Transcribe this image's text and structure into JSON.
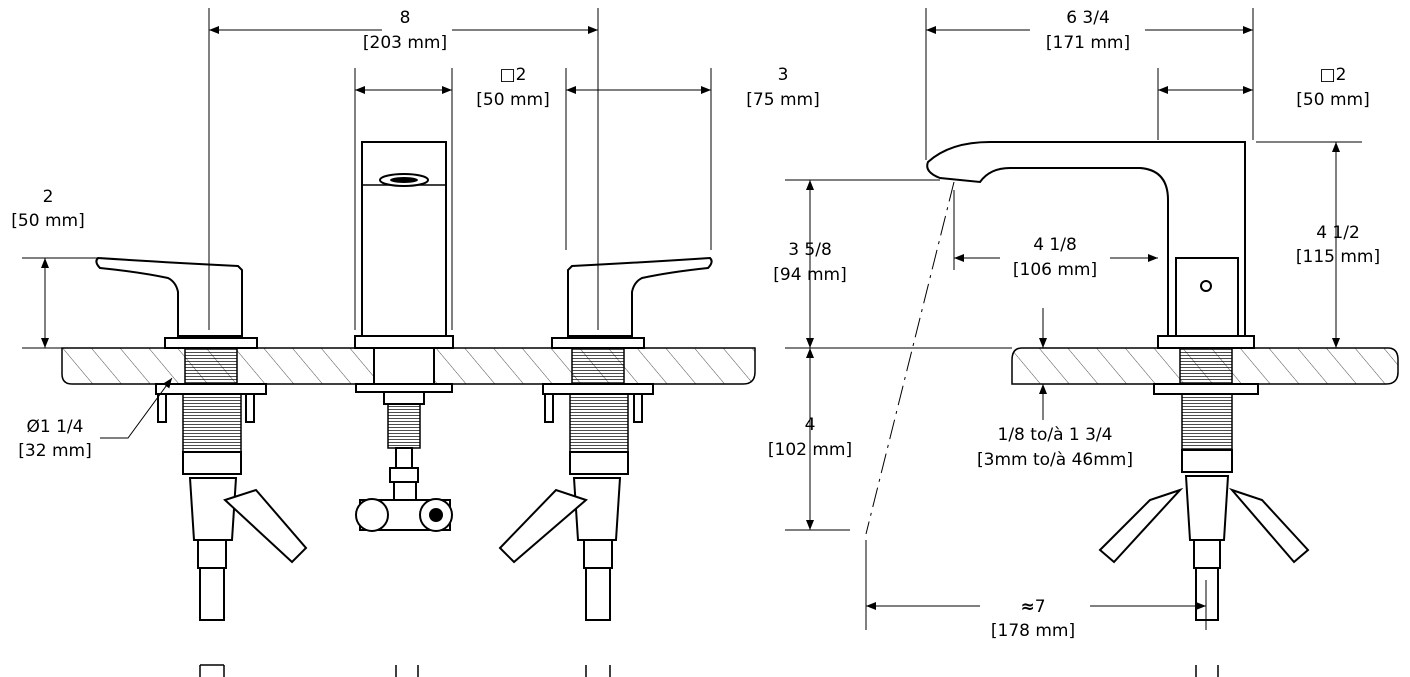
{
  "dimensions": {
    "front_overall_width": {
      "imperial": "8",
      "metric": "[203 mm]"
    },
    "front_spout_square": {
      "imperial": "2",
      "metric": "[50 mm]"
    },
    "front_handle_width": {
      "imperial": "3",
      "metric": "[75 mm]"
    },
    "handle_height": {
      "imperial": "2",
      "metric": "[50 mm]"
    },
    "shank_diameter": {
      "imperial": "1 1/4",
      "metric": "[32 mm]"
    },
    "side_spout_reach_total": {
      "imperial": "6 3/4",
      "metric": "[171 mm]"
    },
    "side_spout_square": {
      "imperial": "2",
      "metric": "[50 mm]"
    },
    "spout_clearance": {
      "imperial": "3 5/8",
      "metric": "[94 mm]"
    },
    "spout_reach": {
      "imperial": "4 1/8",
      "metric": "[106 mm]"
    },
    "spout_height": {
      "imperial": "4 1/2",
      "metric": "[115 mm]"
    },
    "below_deck": {
      "imperial": "4",
      "metric": "[102 mm]"
    },
    "deck_thickness": {
      "imperial": "1/8 to/à 1 3/4",
      "metric": "[3mm to/à 46mm]"
    },
    "stream_reach": {
      "imperial": "7",
      "metric": "[178 mm]"
    }
  },
  "symbols": {
    "diameter": "Ø",
    "square": "□",
    "approx": "≈"
  },
  "view": {
    "front": "front-elevation",
    "side": "side-elevation"
  }
}
